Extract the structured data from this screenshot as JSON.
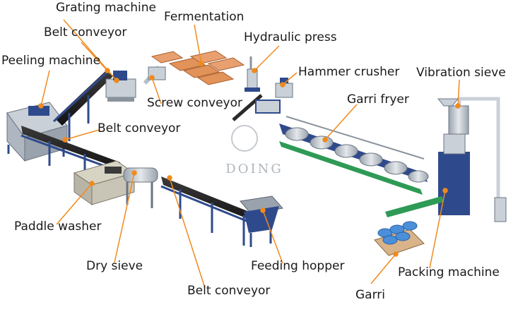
{
  "labels": {
    "grating_machine": "Grating machine",
    "belt_conveyor_top": "Belt conveyor",
    "fermentation": "Fermentation",
    "hydraulic_press": "Hydraulic press",
    "peeling_machine": "Peeling machine",
    "hammer_crusher": "Hammer crusher",
    "vibration_sieve": "Vibration sieve",
    "screw_conveyor": "Screw conveyor",
    "garri_fryer": "Garri fryer",
    "belt_conveyor_mid": "Belt conveyor",
    "paddle_washer": "Paddle washer",
    "dry_sieve": "Dry sieve",
    "feeding_hopper": "Feeding hopper",
    "packing_machine": "Packing machine",
    "belt_conveyor_bottom": "Belt conveyor",
    "garri": "Garri"
  },
  "watermark": "DOING",
  "colors": {
    "frame": "#2f4a8c",
    "belt": "#2a2a2a",
    "steel": "#b8c0c8",
    "leader": "#f08a1c",
    "fermentation": "#e2935a",
    "bags": "#4a8fd8",
    "green": "#2e9a55"
  }
}
